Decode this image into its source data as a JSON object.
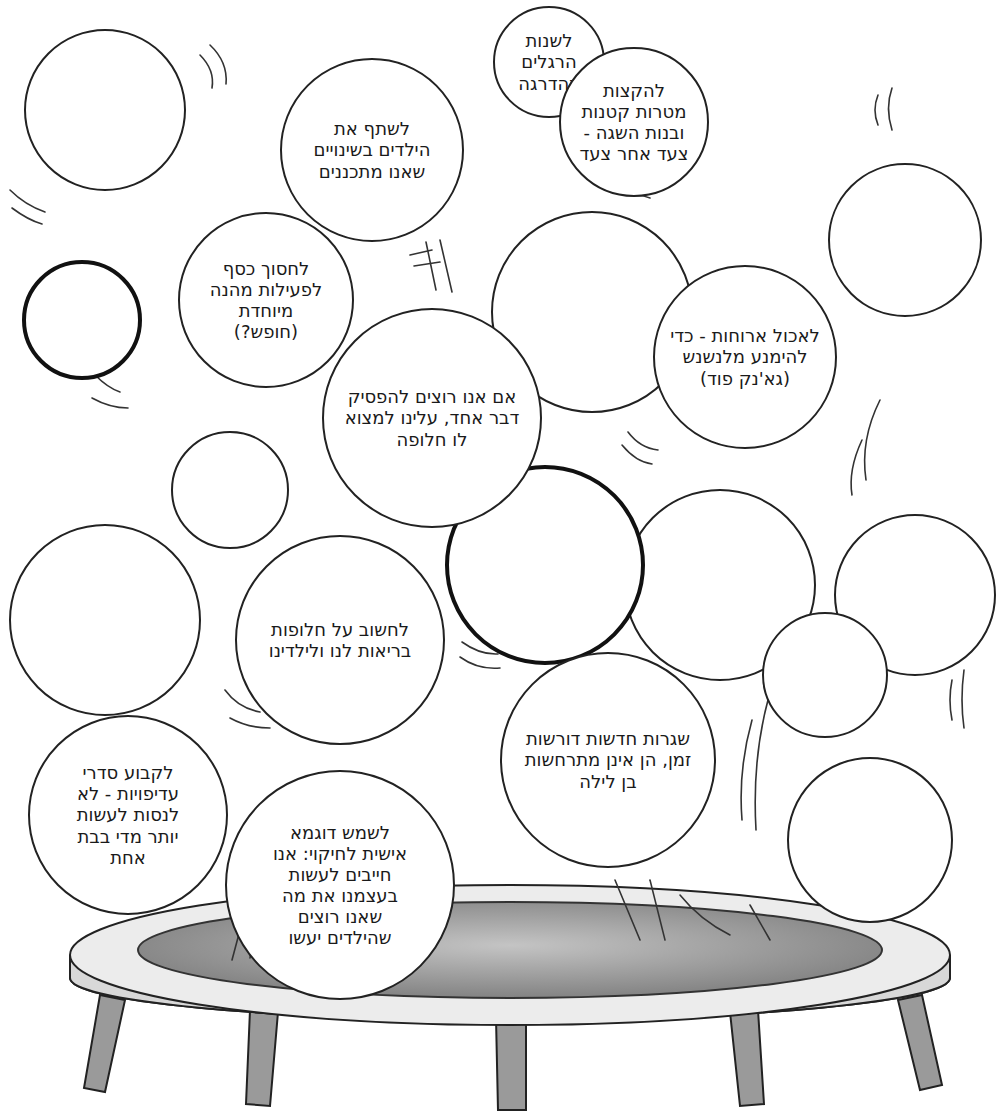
{
  "diagram": {
    "nodes": [
      {
        "text": [
          "לשנות הרגלים בהדרגה"
        ]
      },
      {
        "text": [
          "להקצות מטרות קטנות ובנות השגה - צעד אחר צעד"
        ]
      },
      {
        "text": [
          "לשתף את הילדים בשינויים שאנו מתכננים"
        ]
      },
      {
        "text": [
          "לחסוך כסף לפעילות מהנה מיוחדת (חופש?)"
        ]
      },
      {
        "text": [
          "לאכול ארוחות - כדי להימנע מלנשנש (גא'נק פוד)"
        ]
      },
      {
        "text": [
          "אם אנו רוצים להפסיק דבר אחד, עלינו למצוא לו חלופה"
        ]
      },
      {
        "text": [
          "לחשוב על חלופות בריאות לנו ולילדינו"
        ]
      },
      {
        "text": [
          "שגרות חדשות דורשות זמן, הן אינן מתרחשות בן לילה"
        ]
      },
      {
        "text": [
          "לקבוע סדרי עדיפויות - לא לנסות לעשות יותר מדי בבת אחת"
        ]
      },
      {
        "text": [
          "לשמש דוגמא אישית לחיקוי: אנו חייבים לעשות בעצמנו את מה שאנו רוצים שהילדים יעשו"
        ]
      }
    ]
  }
}
